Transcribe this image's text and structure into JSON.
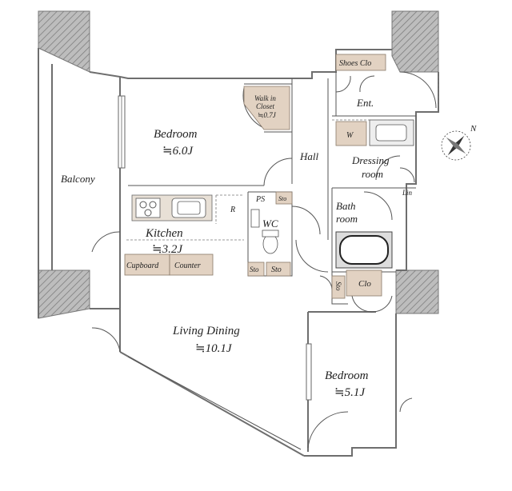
{
  "rooms": {
    "bedroom1": {
      "name": "Bedroom",
      "size": "≒6.0J"
    },
    "bedroom2": {
      "name": "Bedroom",
      "size": "≒5.1J"
    },
    "living": {
      "name": "Living Dining",
      "size": "≒10.1J"
    },
    "kitchen": {
      "name": "Kitchen",
      "size": "≒3.2J"
    },
    "balcony": {
      "name": "Balcony"
    },
    "hall": {
      "name": "Hall"
    },
    "entrance": {
      "name": "Ent."
    },
    "dressing": {
      "name_line1": "Dressing",
      "name_line2": "room"
    },
    "bath": {
      "name_line1": "Bath",
      "name_line2": "room"
    },
    "wc": {
      "name": "WC"
    },
    "walkin": {
      "name_line1": "Walk in",
      "name_line2": "Closet",
      "size": "≒0.7J"
    }
  },
  "storage": {
    "shoes": "Shoes Clo",
    "cupboard": "Cupboard",
    "counter": "Counter",
    "clo": "Clo",
    "sto_wc_top": "Sto",
    "sto_wc_l": "Sto",
    "sto_wc_r": "Sto",
    "sto_bath": "Sto",
    "ps": "PS",
    "refrigerator": "R",
    "washer": "W",
    "linen": "Lin"
  },
  "compass": {
    "north": "N"
  },
  "colors": {
    "wall": "#8c8c8c",
    "storage": "#e2d2c2",
    "background": "#ffffff"
  }
}
